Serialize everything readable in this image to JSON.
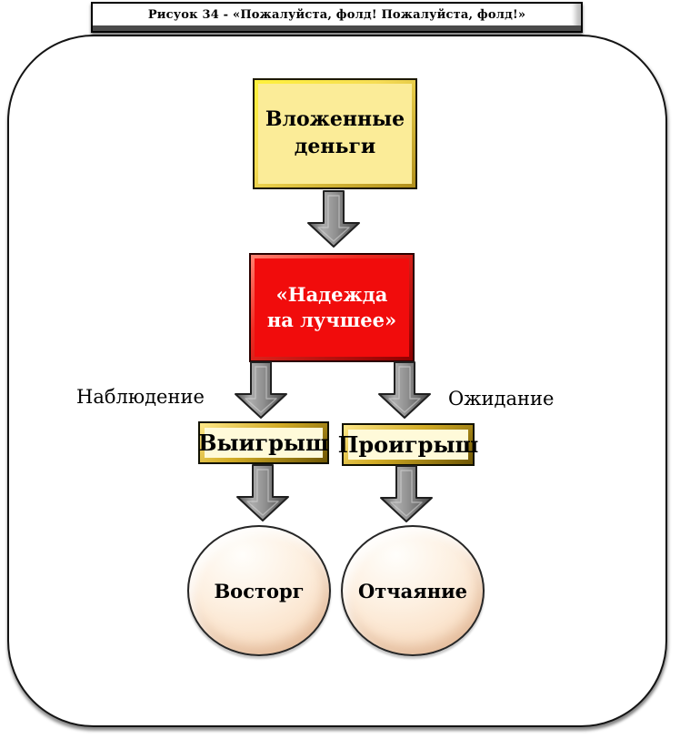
{
  "caption": "Рисуок 34 - «Пожалуйста, фолд! Пожалуйста, фолд!»",
  "flowchart": {
    "invested_box": {
      "label": "Вложенные\nденьги"
    },
    "hope_box": {
      "label": "«Надежда\nна лучшее»"
    },
    "branch_labels": {
      "left": "Наблюдение",
      "right": "Ожидание"
    },
    "win_box": {
      "label": "Выигрыш"
    },
    "lose_box": {
      "label": "Проигрыш"
    },
    "delight_circle": {
      "label": "Восторг"
    },
    "despair_circle": {
      "label": "Отчаяние"
    },
    "colors": {
      "invested_fill": "#FBEC98",
      "invested_bevel": "#FFF23C",
      "hope_fill": "#F10C0C",
      "hope_text": "#FFFFFF",
      "small_box_fill": "#FFFAD9",
      "small_box_bevel": "#C9A516",
      "circle_fill": "#F9DCC0",
      "arrow_fill": "#8F8F8F",
      "frame_border": "#141414"
    }
  }
}
